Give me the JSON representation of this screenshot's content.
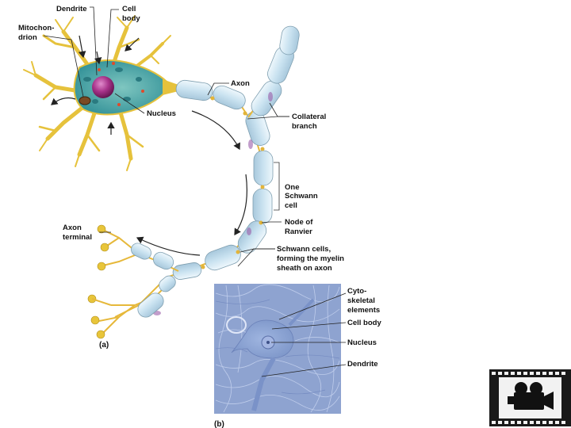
{
  "labels": {
    "dendrite": "Dendrite",
    "cell_body_line1": "Cell",
    "cell_body_line2": "body",
    "mito_line1": "Mitochon-",
    "mito_line2": "drion",
    "nucleus": "Nucleus",
    "axon": "Axon",
    "collateral_line1": "Collateral",
    "collateral_line2": "branch",
    "one_schwann_line1": "One",
    "one_schwann_line2": "Schwann",
    "one_schwann_line3": "cell",
    "node_line1": "Node of",
    "node_line2": "Ranvier",
    "axon_terminal_line1": "Axon",
    "axon_terminal_line2": "terminal",
    "schwann_cells_line1": "Schwann cells,",
    "schwann_cells_line2": "forming the myelin",
    "schwann_cells_line3": "sheath on axon",
    "cyto_line1": "Cyto-",
    "cyto_line2": "skeletal",
    "cyto_line3": "elements",
    "micro_cell_body": "Cell body",
    "micro_nucleus": "Nucleus",
    "micro_dendrite": "Dendrite",
    "part_a": "(a)",
    "part_b": "(b)"
  },
  "icons": {
    "movie": "movie-camera-icon"
  },
  "colors": {
    "myelin": "#cfe6f2",
    "dendrite": "#e6c23c",
    "cell_body": "#3f9fa0",
    "nucleus": "#9b2f7a",
    "micrograph": "#8fa6d2"
  }
}
